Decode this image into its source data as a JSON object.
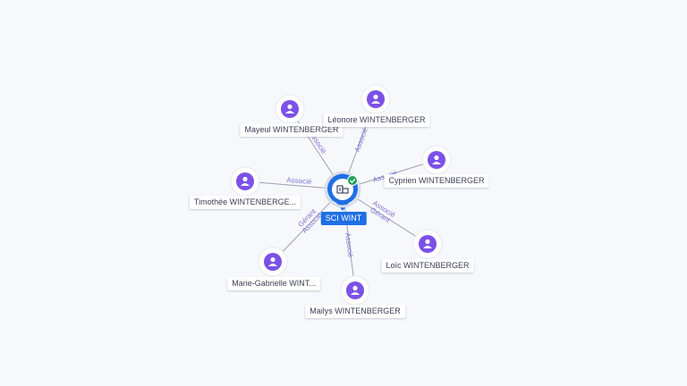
{
  "company": {
    "name": "SCI WINT",
    "icon": "building-icon",
    "status_icon": "check-icon",
    "color": "#1f6fe5",
    "status_color": "#22a05a"
  },
  "people": [
    {
      "id": "mayeul",
      "name": "Mayeul WINTENBERGER",
      "roles": [
        "Associé"
      ]
    },
    {
      "id": "leonore",
      "name": "Léonore WINTENBERGER",
      "roles": [
        "Associé"
      ]
    },
    {
      "id": "cyprien",
      "name": "Cyprien WINTENBERGER",
      "roles": [
        "Associé"
      ]
    },
    {
      "id": "timothee",
      "name": "Timothée WINTENBERGE...",
      "roles": [
        "Associé"
      ]
    },
    {
      "id": "loic",
      "name": "Loïc WINTENBERGER",
      "roles": [
        "Gérant",
        "Associé"
      ]
    },
    {
      "id": "marie",
      "name": "Marie-Gabrielle WINT...",
      "roles": [
        "Gérant",
        "Associé"
      ]
    },
    {
      "id": "mailys",
      "name": "Mailys WINTENBERGER",
      "roles": [
        "Associé"
      ]
    }
  ],
  "person_icon": "person-icon",
  "person_color": "#7b51e8"
}
